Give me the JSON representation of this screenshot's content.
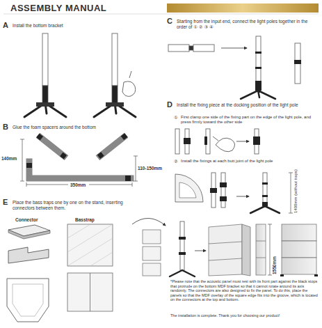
{
  "diagram": {
    "title": "ASSEMBLY MANUAL",
    "labels": [
      "A",
      "Install the bottom bracket",
      "B",
      "Glue the foam spacers around the bottom",
      "140mm",
      "110-150mm",
      "350mm",
      "C",
      "Starting from the input end, connect the light poles together in the order of ① ② ③ ④",
      "D",
      "Install the fixing piece at the docking position of the light pole",
      "①",
      "First clamp one side of the fixing part on the edge of the light pole, and press firmly toward the other side",
      "②",
      "Install the fixings at each butt joint of the light pole",
      "1400mm (without traps)",
      "E",
      "Place the bass traps one by one on the stand, inserting connectors between them.",
      "Connector",
      "Basstrap",
      "1550mm",
      "*Please note that the acoustic panel must rest with its front part against the black stops that protrude on the bottom MDF bracket so that it cannot rotate around its axis randomly. The connectors are also designed to fix the panel. To do this, place the panels so that the MDF overlay of the square edge fits into the groove, which is located on the connectors at the top and bottom.",
      "The installation is complete. Thank you for choosing our product!"
    ]
  }
}
